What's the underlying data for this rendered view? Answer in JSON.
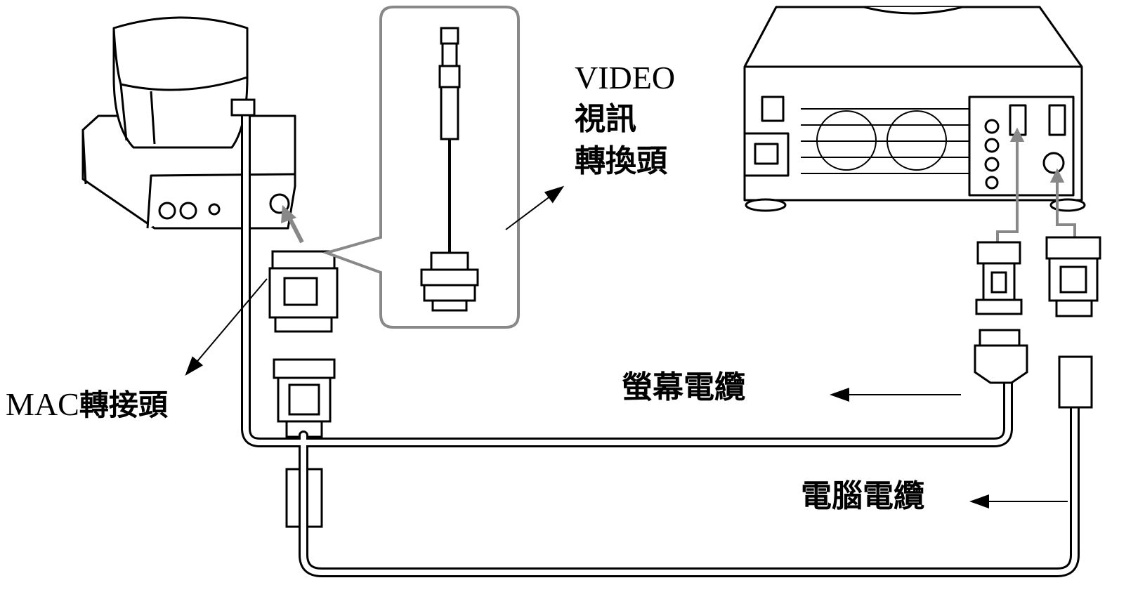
{
  "labels": {
    "video_line1": "VIDEO",
    "video_line2": "視訊",
    "video_line3": "轉換頭",
    "mac_prefix": "MAC",
    "mac_suffix": "轉接頭",
    "monitor_cable": "螢幕電纜",
    "pc_cable": "電腦電纜"
  }
}
